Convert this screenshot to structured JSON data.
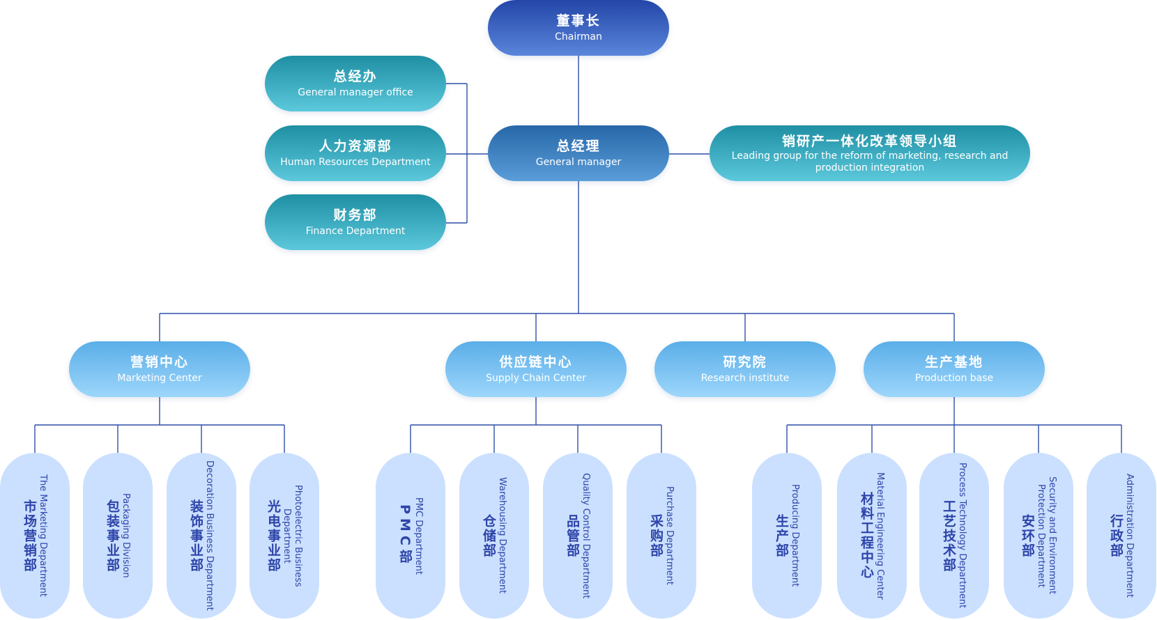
{
  "chairman": {
    "cn": "董事长",
    "en": "Chairman"
  },
  "general_manager": {
    "cn": "总经理",
    "en": "General manager"
  },
  "gm_office": {
    "cn": "总经办",
    "en": "General manager office"
  },
  "hr": {
    "cn": "人力资源部",
    "en": "Human Resources Department"
  },
  "finance": {
    "cn": "财务部",
    "en": "Finance Department"
  },
  "reform_group": {
    "cn": "销研产一体化改革领导小组",
    "en": "Leading group for the reform of marketing, research and production integration"
  },
  "centers": [
    {
      "cn": "营销中心",
      "en": "Marketing Center"
    },
    {
      "cn": "供应链中心",
      "en": "Supply Chain Center"
    },
    {
      "cn": "研究院",
      "en": "Research institute"
    },
    {
      "cn": "生产基地",
      "en": "Production base"
    }
  ],
  "departments": [
    {
      "cn": "市场营销部",
      "en": "The Marketing Department"
    },
    {
      "cn": "包装事业部",
      "en": "Packaging Division"
    },
    {
      "cn": "装饰事业部",
      "en": "Decoration Business Department"
    },
    {
      "cn": "光电事业部",
      "en": "Photoelectric Business Department"
    },
    {
      "cn": "PMC部",
      "en": "PMC Department"
    },
    {
      "cn": "仓储部",
      "en": "Warehousing Department"
    },
    {
      "cn": "品管部",
      "en": "Quality Control Department"
    },
    {
      "cn": "采购部",
      "en": "Purchase Department"
    },
    {
      "cn": "生产部",
      "en": "Producing Department"
    },
    {
      "cn": "材料工程中心",
      "en": "Material Engineering Center"
    },
    {
      "cn": "工艺技术部",
      "en": "Process Technology Department"
    },
    {
      "cn": "安环部",
      "en": "Security and Environment Protection Department"
    },
    {
      "cn": "行政部",
      "en": "Administration Department"
    }
  ]
}
